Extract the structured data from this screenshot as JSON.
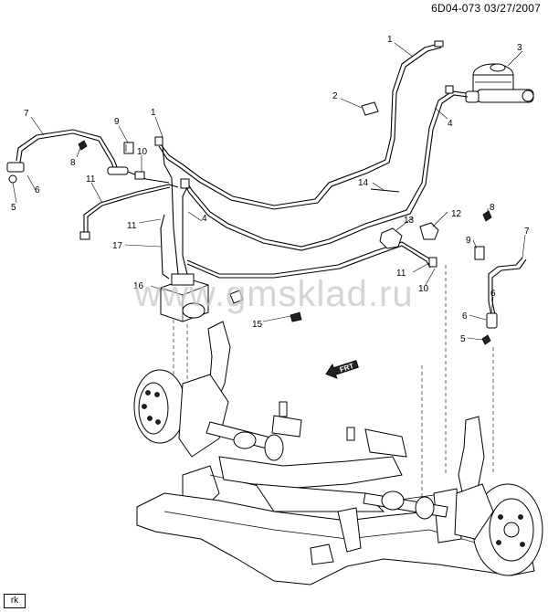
{
  "diagram_code": "6D04-073",
  "diagram_date": "03/27/2007",
  "watermark": "www.gmsklad.ru",
  "forward_marker": "FRT",
  "corner_tag": "rk",
  "callout_labels": {
    "c1a": "1",
    "c1b": "1",
    "c2": "2",
    "c3": "3",
    "c4a": "4",
    "c4b": "4",
    "c5a": "5",
    "c5b": "5",
    "c6a": "6",
    "c6b": "6",
    "c6c": "6",
    "c7a": "7",
    "c7b": "7",
    "c8a": "8",
    "c8b": "8",
    "c9a": "9",
    "c9b": "9",
    "c10a": "10",
    "c10b": "10",
    "c11a": "11",
    "c11b": "11",
    "c11c": "11",
    "c12": "12",
    "c13": "13",
    "c14": "14",
    "c15": "15",
    "c16": "16",
    "c17": "17"
  }
}
